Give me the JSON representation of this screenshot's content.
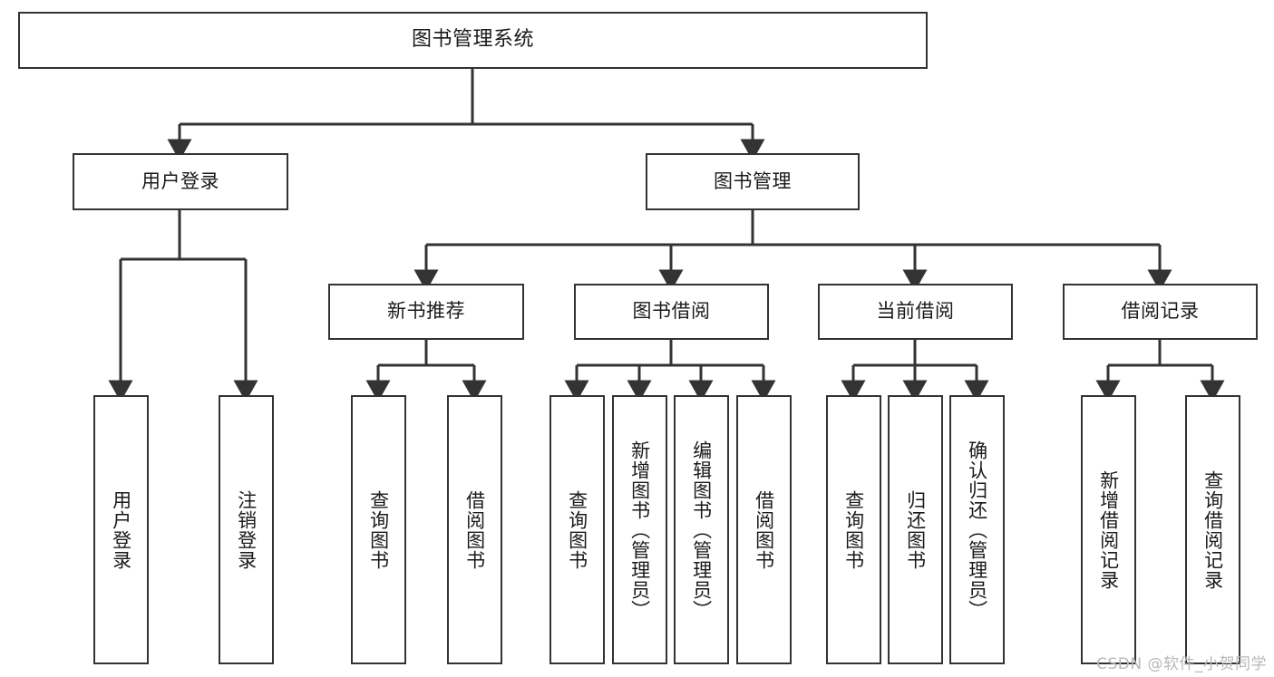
{
  "diagram": {
    "type": "tree-hierarchy",
    "title": "图书管理系统",
    "watermark": "CSDN @软件_小贺同学",
    "style": {
      "border_color": "#333333",
      "background": "#ffffff",
      "text_color": "#1a1a1a",
      "watermark_color": "#b8b8b8"
    },
    "root": {
      "id": "root",
      "label": "图书管理系统"
    },
    "level1": [
      {
        "id": "user-login",
        "label": "用户登录"
      },
      {
        "id": "book-manage",
        "label": "图书管理"
      }
    ],
    "level2": [
      {
        "id": "new-book-recommend",
        "label": "新书推荐",
        "parent": "book-manage"
      },
      {
        "id": "book-borrow",
        "label": "图书借阅",
        "parent": "book-manage"
      },
      {
        "id": "current-borrow",
        "label": "当前借阅",
        "parent": "book-manage"
      },
      {
        "id": "borrow-record",
        "label": "借阅记录",
        "parent": "book-manage"
      }
    ],
    "leaves": {
      "user-login": [
        {
          "id": "leaf-user-login",
          "label": "用户登录"
        },
        {
          "id": "leaf-logout-login",
          "label": "注销登录"
        }
      ],
      "new-book-recommend": [
        {
          "id": "leaf-query-book-1",
          "label": "查询图书"
        },
        {
          "id": "leaf-borrow-book-1",
          "label": "借阅图书"
        }
      ],
      "book-borrow": [
        {
          "id": "leaf-query-book-2",
          "label": "查询图书"
        },
        {
          "id": "leaf-add-book",
          "label": "新增图书（管理员）"
        },
        {
          "id": "leaf-edit-book",
          "label": "编辑图书（管理员）"
        },
        {
          "id": "leaf-borrow-book-2",
          "label": "借阅图书"
        }
      ],
      "current-borrow": [
        {
          "id": "leaf-query-book-3",
          "label": "查询图书"
        },
        {
          "id": "leaf-return-book",
          "label": "归还图书"
        },
        {
          "id": "leaf-confirm-return",
          "label": "确认归还（管理员）"
        }
      ],
      "borrow-record": [
        {
          "id": "leaf-add-record",
          "label": "新增借阅记录"
        },
        {
          "id": "leaf-query-record",
          "label": "查询借阅记录"
        }
      ]
    }
  }
}
